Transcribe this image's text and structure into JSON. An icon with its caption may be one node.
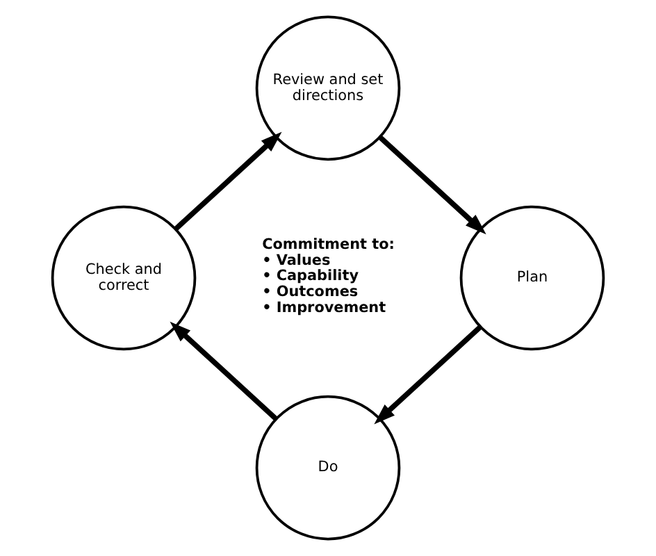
{
  "diagram": {
    "nodes": [
      {
        "text": [
          "Review and set directions"
        ]
      },
      {
        "text": [
          "Check and correct"
        ]
      },
      {
        "text": [
          "Plan"
        ]
      },
      {
        "text": [
          "Do"
        ]
      }
    ],
    "edges": [
      {
        "from": 0,
        "to": 2,
        "arrow": "to"
      },
      {
        "from": 2,
        "to": 3,
        "arrow": "to"
      },
      {
        "from": 3,
        "to": 1,
        "arrow": "to"
      },
      {
        "from": 1,
        "to": 0,
        "arrow": "to"
      }
    ],
    "labels": [
      "Commitment to:",
      "• Values",
      "• Capability",
      "• Outcomes",
      "• Improvement"
    ]
  }
}
